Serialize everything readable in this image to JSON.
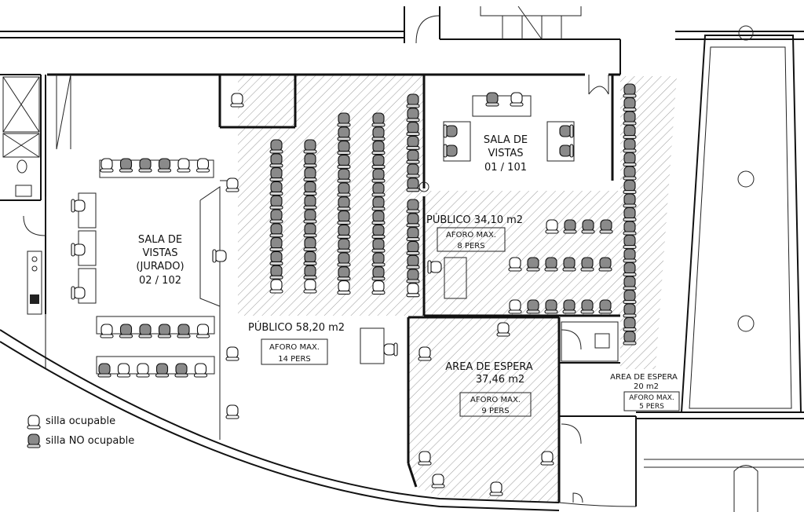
{
  "rooms": {
    "sala_vistas_1": {
      "name": "SALA DE",
      "name2": "VISTAS",
      "code": "01 / 101"
    },
    "sala_vistas_2": {
      "name": "SALA DE",
      "name2": "VISTAS",
      "name3": "(JURADO)",
      "code": "02 / 102"
    },
    "publico_1": {
      "label": "PÚBLICO 34,10 m2",
      "aforo1": "AFORO MAX.",
      "aforo2": "8 PERS"
    },
    "publico_2": {
      "label": "PÚBLICO 58,20 m2",
      "aforo1": "AFORO MAX.",
      "aforo2": "14 PERS"
    },
    "espera_1": {
      "label": "AREA DE ESPERA",
      "area": "37,46 m2",
      "aforo1": "AFORO MAX.",
      "aforo2": "9 PERS"
    },
    "espera_2": {
      "label": "AREA DE ESPERA",
      "area": "20 m2",
      "aforo1": "AFORO MAX.",
      "aforo2": "5 PERS"
    }
  },
  "legend": {
    "occupiable": "silla ocupable",
    "not_occupiable": "silla NO ocupable"
  },
  "colors": {
    "line": "#111111",
    "hatch": "#9a9a9a",
    "chair_fill_occupiable": "#ffffff",
    "chair_fill_not": "#8a8a8a"
  }
}
